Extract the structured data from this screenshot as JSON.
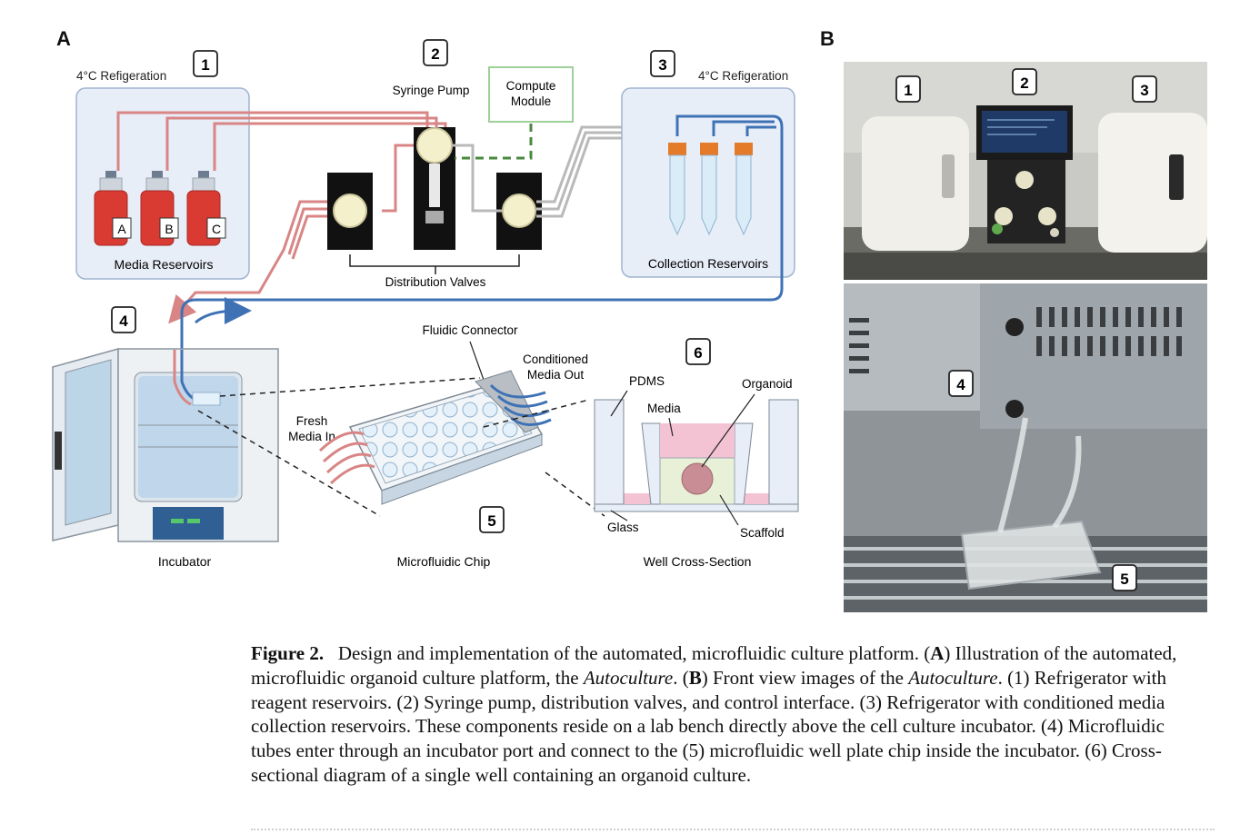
{
  "panel_a": {
    "letter": "A",
    "refrig_left_label": "4°C Refigeration",
    "refrig_right_label": "4°C Refigeration",
    "syringe_pump_label": "Syringe Pump",
    "compute_module_line1": "Compute",
    "compute_module_line2": "Module",
    "media_reservoirs_label": "Media Reservoirs",
    "bottle_labels": [
      "A",
      "B",
      "C"
    ],
    "distribution_valves_label": "Distribution Valves",
    "collection_reservoirs_label": "Collection Reservoirs",
    "numbers": [
      "1",
      "2",
      "3",
      "4",
      "5",
      "6"
    ],
    "fluidic_connector_label": "Fluidic Connector",
    "conditioned_line1": "Conditioned",
    "conditioned_line2": "Media Out",
    "fresh_line1": "Fresh",
    "fresh_line2": "Media In",
    "pdms_label": "PDMS",
    "media_label": "Media",
    "organoid_label": "Organoid",
    "glass_label": "Glass",
    "scaffold_label": "Scaffold",
    "incubator_label": "Incubator",
    "chip_label": "Microfluidic Chip",
    "cross_section_label": "Well Cross-Section"
  },
  "panel_b": {
    "letter": "B",
    "photo_top_numbers": [
      "1",
      "2",
      "3"
    ],
    "photo_bottom_numbers": [
      "4",
      "5"
    ]
  },
  "caption": {
    "figure_label": "Figure 2.",
    "s1": "Design and implementation of the automated, microfluidic culture platform. (",
    "b_a": "A",
    "s2": ") Illustration of the automated, microfluidic organoid culture platform, the ",
    "i1": "Autoculture",
    "s3": ". (",
    "b_b": "B",
    "s4": ") Front view images of the ",
    "i2": "Autoculture",
    "s5": ". (1) Refrigerator with reagent reservoirs. (2) Syringe pump, distribution valves, and control interface. (3) Refrigerator with conditioned media collection reservoirs. These components reside on a lab bench directly above the cell culture incubator. (4) Microfluidic tubes enter through an incubator port and connect to the (5) microfluidic well plate chip inside the incubator. (6) Cross-sectional diagram of a single well containing an organoid culture."
  },
  "colors": {
    "red_tube": "#d98585",
    "blue_tube": "#3f72b5",
    "gray_tube": "#b9b9b9",
    "panel_box": "#e8eef7",
    "panel_border": "#9fb3d1",
    "compute_border": "#9fd09a",
    "compute_dash": "#4a8a3f",
    "bottle_red": "#d93a32",
    "pdms": "#e7eef7",
    "media_pink": "#f4c3d3",
    "scaffold": "#e8f1d8",
    "organoid": "#c88d95"
  }
}
